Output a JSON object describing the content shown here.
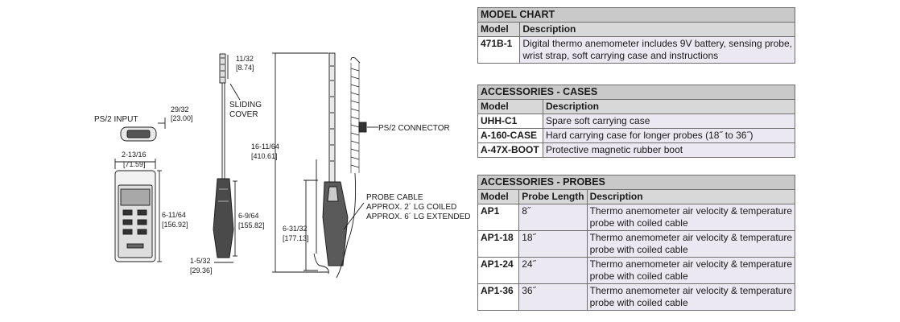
{
  "drawing": {
    "ps2_input": "PS/2 INPUT",
    "dim_29_32": "29/32",
    "dim_23_00": "[23.00]",
    "dim_2_13_16": "2-13/16",
    "dim_71_59": "[71.59]",
    "dim_6_11_64": "6-11/64",
    "dim_156_92": "[156.92]",
    "dim_11_32": "11/32",
    "dim_8_74": "[8.74]",
    "sliding": "SLIDING",
    "cover": "COVER",
    "dim_6_9_64": "6-9/64",
    "dim_155_82": "[155.82]",
    "dim_1_5_32": "1-5/32",
    "dim_29_36": "[29.36]",
    "dim_16_11_64": "16-11/64",
    "dim_410_61": "[410.61]",
    "ps2_connector": "PS/2 CONNECTOR",
    "dim_6_31_32": "6-31/32",
    "dim_177_13": "[177.13]",
    "probe_cable": "PROBE CABLE",
    "approx_2": "APPROX. 2´ LG COILED",
    "approx_6": "APPROX. 6´ LG EXTENDED"
  },
  "model_chart": {
    "title": "MODEL CHART",
    "col_model": "Model",
    "col_desc": "Description",
    "rows": [
      {
        "model": "471B-1",
        "desc_line1": "Digital thermo anemometer includes 9V battery, sensing probe,",
        "desc_line2": "wrist strap, soft carrying case and instructions"
      }
    ]
  },
  "cases": {
    "title": "ACCESSORIES - CASES",
    "col_model": "Model",
    "col_desc": "Description",
    "rows": [
      {
        "model": "UHH-C1",
        "desc": "Spare soft carrying case"
      },
      {
        "model": "A-160-CASE",
        "desc": "Hard carrying case for longer probes (18˝ to 36˝)"
      },
      {
        "model": "A-47X-BOOT",
        "desc": "Protective magnetic rubber boot"
      }
    ]
  },
  "probes": {
    "title": "ACCESSORIES - PROBES",
    "col_model": "Model",
    "col_len": "Probe Length",
    "col_desc": "Description",
    "rows": [
      {
        "model": "AP1",
        "len": "8˝",
        "desc_line1": "Thermo anemometer air velocity & temperature",
        "desc_line2": "probe with coiled cable"
      },
      {
        "model": "AP1-18",
        "len": "18˝",
        "desc_line1": "Thermo anemometer air velocity & temperature",
        "desc_line2": "probe with coiled cable"
      },
      {
        "model": "AP1-24",
        "len": "24˝",
        "desc_line1": "Thermo anemometer air velocity & temperature",
        "desc_line2": "probe with coiled cable"
      },
      {
        "model": "AP1-36",
        "len": "36˝",
        "desc_line1": "Thermo anemometer air velocity & temperature",
        "desc_line2": "probe with coiled cable"
      }
    ]
  }
}
